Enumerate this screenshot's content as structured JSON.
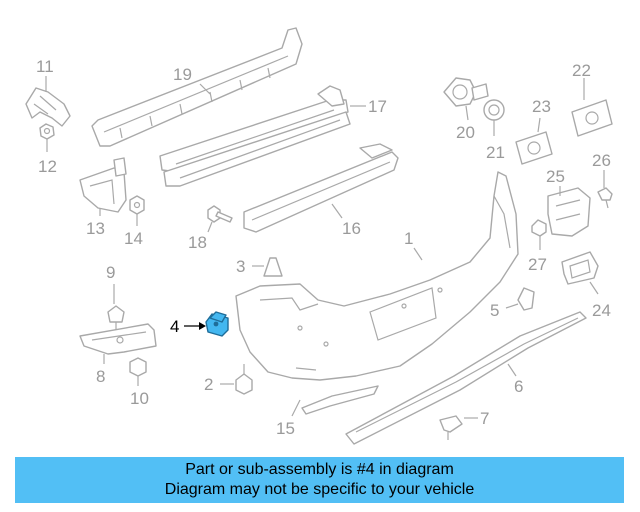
{
  "callouts": {
    "c1": "1",
    "c2": "2",
    "c3": "3",
    "c4": "4",
    "c5": "5",
    "c6": "6",
    "c7": "7",
    "c8": "8",
    "c9": "9",
    "c10": "10",
    "c11": "11",
    "c12": "12",
    "c13": "13",
    "c14": "14",
    "c15": "15",
    "c16": "16",
    "c17": "17",
    "c18": "18",
    "c19": "19",
    "c20": "20",
    "c21": "21",
    "c22": "22",
    "c23": "23",
    "c24": "24",
    "c25": "25",
    "c26": "26",
    "c27": "27"
  },
  "highlight": {
    "part_number": "4",
    "color": "#43b7f0"
  },
  "banner": {
    "line1": "Part or sub-assembly is #4 in diagram",
    "line2": "Diagram may not be specific to your vehicle",
    "background": "#52bff5"
  }
}
